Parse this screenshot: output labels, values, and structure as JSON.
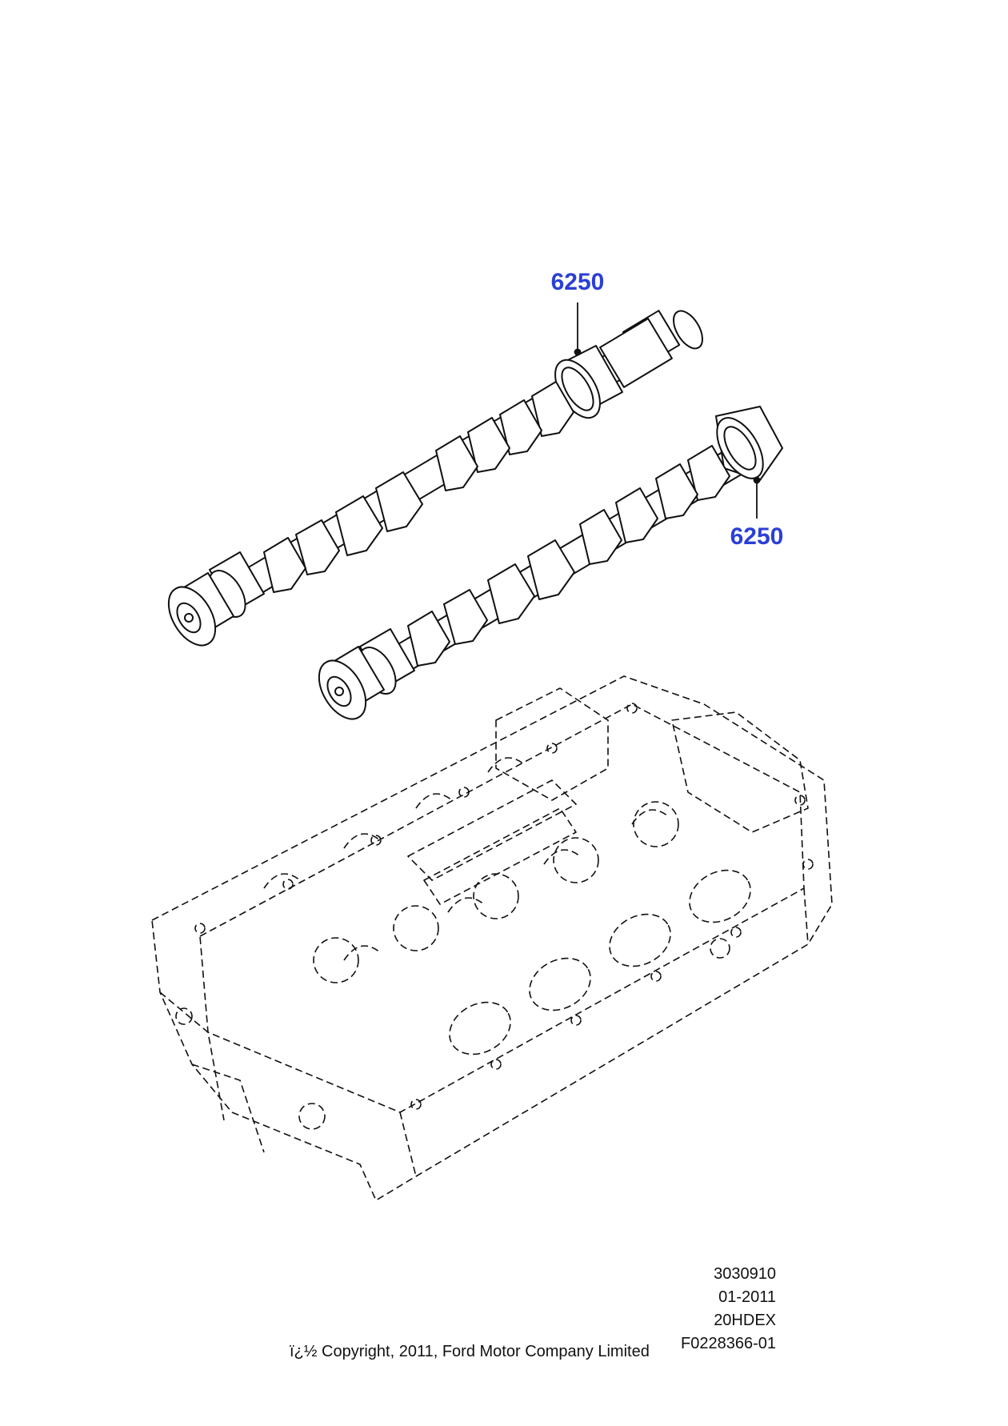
{
  "callouts": [
    {
      "label": "6250"
    },
    {
      "label": "6250"
    }
  ],
  "reference": {
    "code": "3030910",
    "date": "01-2011",
    "engine": "20HDEX",
    "figure": "F0228366-01"
  },
  "copyright": "ï¿½ Copyright, 2011, Ford Motor Company Limited",
  "colors": {
    "callout": "#2b3fd6",
    "line": "#111111",
    "background": "#ffffff"
  }
}
